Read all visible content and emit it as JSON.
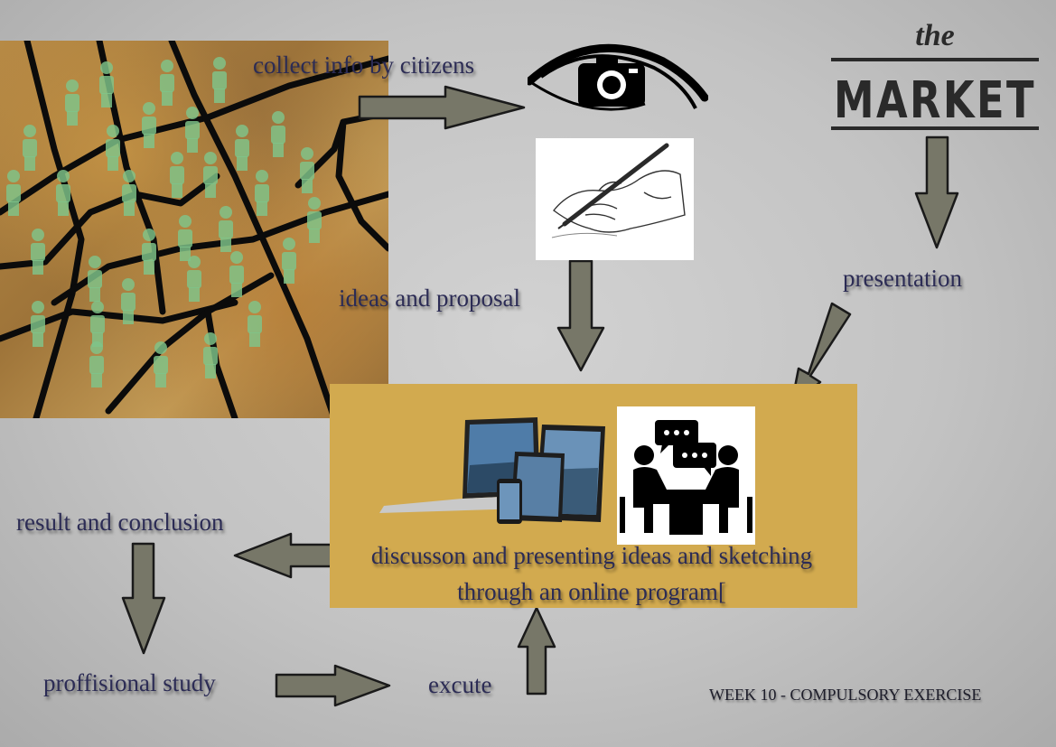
{
  "diagram": {
    "nodes": {
      "collect": "collect info by citizens",
      "ideas": "ideas and proposal",
      "presentation": "presentation",
      "hub": "discusson and presenting ideas and sketching through an online program[",
      "result": "result and conclusion",
      "study": "proffisional study",
      "execute": "excute"
    },
    "footer": "WEEK 10 - COMPULSORY EXERCISE",
    "logo": {
      "small": "the",
      "large": "MARKET"
    },
    "images": [
      "city-map-image",
      "eye-camera-logo",
      "hand-sketching-image",
      "devices-image",
      "meeting-icon"
    ],
    "colors": {
      "background": "#c6c6c6",
      "arrow_fill": "#777768",
      "hub_box": "#d2aa4f",
      "label_text": "#2c2c55"
    }
  }
}
